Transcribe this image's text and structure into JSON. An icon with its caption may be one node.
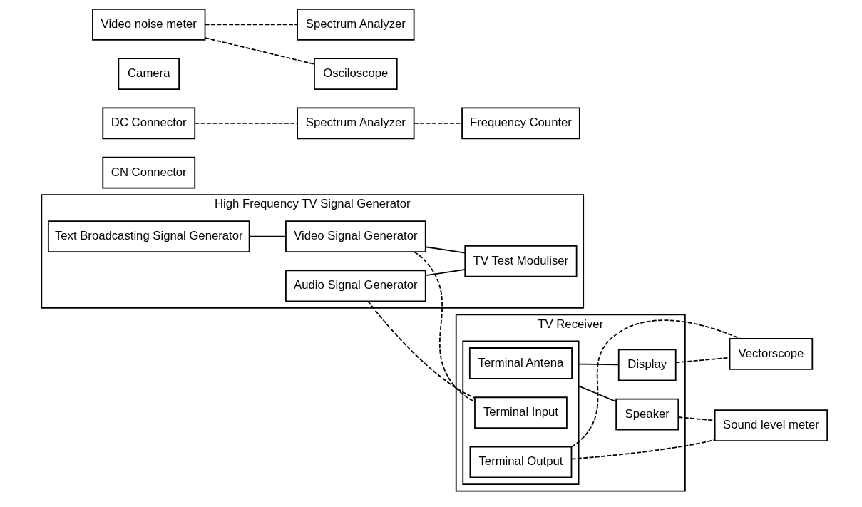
{
  "diagram": {
    "nodes": [
      {
        "text": [
          "High Frequency TV Signal Generator"
        ]
      },
      {
        "text": [
          "Text Broadcasting Signal Generator"
        ],
        "in": 0
      },
      {
        "text": [
          "Video Signal Generator"
        ],
        "in": 0
      },
      {
        "text": [
          "TV Test Moduliser"
        ],
        "in": 0
      },
      {
        "text": [
          "Audio Signal Generator"
        ],
        "in": 0
      },
      {
        "text": [
          "CN Connector"
        ]
      },
      {
        "text": [
          "DC Connector"
        ]
      },
      {
        "text": [
          "TV Receiver"
        ]
      },
      {
        "text": [],
        "shape": "box",
        "in": 7
      },
      {
        "text": [
          "Terminal Antena"
        ],
        "in": 8
      },
      {
        "text": [
          "Terminal Input"
        ],
        "in": 8
      },
      {
        "text": [
          "Terminal Output"
        ],
        "in": 8
      },
      {
        "text": [
          "Display"
        ],
        "in": 7
      },
      {
        "text": [
          "Speaker"
        ],
        "in": 7
      },
      {
        "text": [
          "Camera"
        ]
      },
      {
        "text": [
          "Spectrum Analyzer"
        ]
      },
      {
        "text": [
          "Frequency Counter"
        ]
      },
      {
        "text": [
          "Sound level meter"
        ]
      },
      {
        "text": [
          "Video noise meter"
        ]
      },
      {
        "text": [
          "Vectorscope"
        ]
      },
      {
        "text": [
          "Osciloscope"
        ]
      },
      {
        "text": [
          "Spectrum Analyzer"
        ]
      }
    ],
    "edges": [
      {
        "from": 1,
        "to": 2,
        "arrow": "none"
      },
      {
        "from": 2,
        "to": 3,
        "arrow": "none"
      },
      {
        "from": 4,
        "to": 3,
        "arrow": "none"
      },
      {
        "from": 2,
        "to": 10,
        "arrow": "none",
        "style": "dashed"
      },
      {
        "from": 4,
        "to": 10,
        "arrow": "none",
        "style": "dashed"
      },
      {
        "from": 6,
        "to": 15,
        "arrow": "none",
        "style": "dashed"
      },
      {
        "from": 15,
        "to": 16,
        "arrow": "none",
        "style": "dashed"
      },
      {
        "from": 8,
        "to": 12,
        "arrow": "none"
      },
      {
        "from": 8,
        "to": 13,
        "arrow": "none"
      },
      {
        "from": 12,
        "to": 19,
        "arrow": "none",
        "style": "dashed"
      },
      {
        "from": 13,
        "to": 17,
        "arrow": "none",
        "style": "dashed"
      },
      {
        "from": 11,
        "to": 17,
        "arrow": "none",
        "style": "dashed"
      },
      {
        "from": 11,
        "to": 19,
        "arrow": "none",
        "style": "dashed"
      },
      {
        "from": 18,
        "to": 20,
        "arrow": "none",
        "style": "dashed"
      },
      {
        "from": 18,
        "to": 21,
        "arrow": "none",
        "style": "dashed"
      }
    ]
  }
}
